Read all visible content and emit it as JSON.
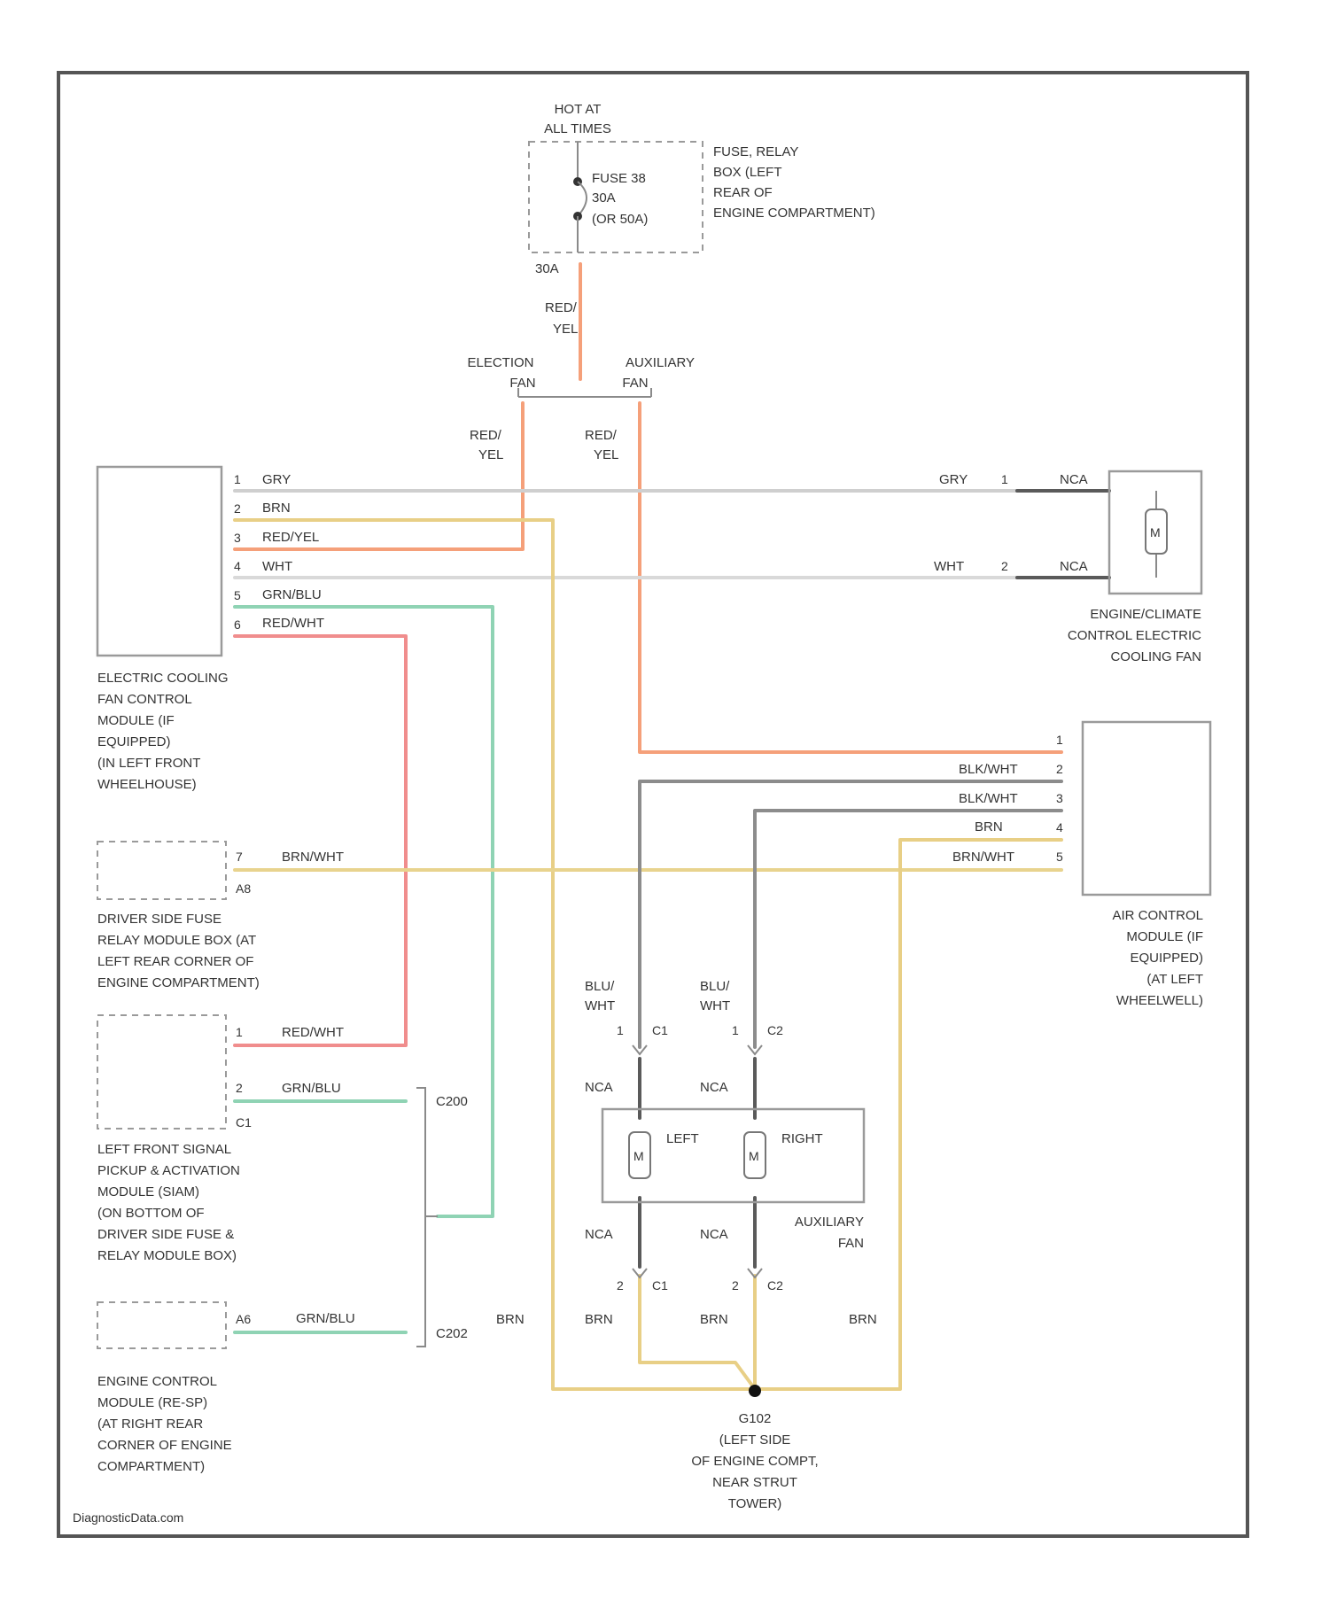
{
  "colors": {
    "red_yel": "#f5a07a",
    "gry": "#cfcfcf",
    "brn": "#e8cf86",
    "wht": "#d9d9d9",
    "grn_blu": "#8fd3b4",
    "red_wht": "#f08d8d",
    "blk_wht": "#8c8c8c",
    "brn_wht": "#e8d38e",
    "nca": "#5a5a5a",
    "frame": "#555555"
  },
  "fuse": {
    "hot": [
      "HOT AT",
      "ALL TIMES"
    ],
    "name": [
      "FUSE 38",
      "30A",
      "(OR 50A)"
    ],
    "box_desc": [
      "FUSE, RELAY",
      "BOX (LEFT",
      "REAR OF",
      "ENGINE COMPARTMENT)"
    ],
    "rating": "30A"
  },
  "wire_labels": {
    "red_yel": [
      "RED/",
      "YEL"
    ],
    "red_yel_inline": "RED/YEL",
    "gry": "GRY",
    "brn": "BRN",
    "wht": "WHT",
    "grn_blu": "GRN/BLU",
    "red_wht": "RED/WHT",
    "blk_wht": "BLK/WHT",
    "brn_wht": "BRN/WHT",
    "blu_wht": [
      "BLU/",
      "WHT"
    ],
    "nca": "NCA"
  },
  "splice": {
    "left": [
      "ELECTION",
      "FAN"
    ],
    "right": [
      "AUXILIARY",
      "FAN"
    ]
  },
  "ecfm": {
    "pins": [
      "1",
      "2",
      "3",
      "4",
      "5",
      "6"
    ],
    "desc": [
      "ELECTRIC COOLING",
      "FAN CONTROL",
      "MODULE (IF",
      "EQUIPPED)",
      "(IN LEFT FRONT",
      "WHEELHOUSE)"
    ]
  },
  "cooling_fan": {
    "pins": [
      "1",
      "2"
    ],
    "desc": [
      "ENGINE/CLIMATE",
      "CONTROL ELECTRIC",
      "COOLING FAN"
    ]
  },
  "aux_module": {
    "pins": [
      "1",
      "2",
      "3",
      "4",
      "5"
    ],
    "desc": [
      "AIR CONTROL",
      "MODULE (IF",
      "EQUIPPED)",
      "(AT LEFT",
      "WHEELWELL)"
    ]
  },
  "driver_fuse": {
    "pin": "7",
    "connector": "A8",
    "desc": [
      "DRIVER SIDE FUSE",
      "RELAY MODULE BOX (AT",
      "LEFT REAR CORNER OF",
      "ENGINE COMPARTMENT)"
    ]
  },
  "lf_module": {
    "pins": [
      "1",
      "2"
    ],
    "connector": "C1",
    "desc": [
      "LEFT FRONT SIGNAL",
      "PICKUP & ACTIVATION",
      "MODULE (SIAM)",
      "(ON BOTTOM OF",
      "DRIVER SIDE FUSE &",
      "RELAY MODULE BOX)"
    ]
  },
  "ecm": {
    "pin": "A6",
    "desc": [
      "ENGINE CONTROL",
      "MODULE (RE-SP)",
      "(AT RIGHT REAR",
      "CORNER OF ENGINE",
      "COMPARTMENT)"
    ]
  },
  "connectors": {
    "c200": "C200",
    "c202": "C202",
    "c1": "C1",
    "c2": "C2",
    "pin1": "1",
    "pin2": "2"
  },
  "aux_fan": {
    "left": "LEFT",
    "right": "RIGHT",
    "desc": [
      "AUXILIARY",
      "FAN"
    ],
    "motor": "M"
  },
  "ground": {
    "desc": [
      "G102",
      "(LEFT SIDE",
      "OF ENGINE COMPT,",
      "NEAR STRUT",
      "TOWER)"
    ]
  },
  "footer": "DiagnosticData.com"
}
